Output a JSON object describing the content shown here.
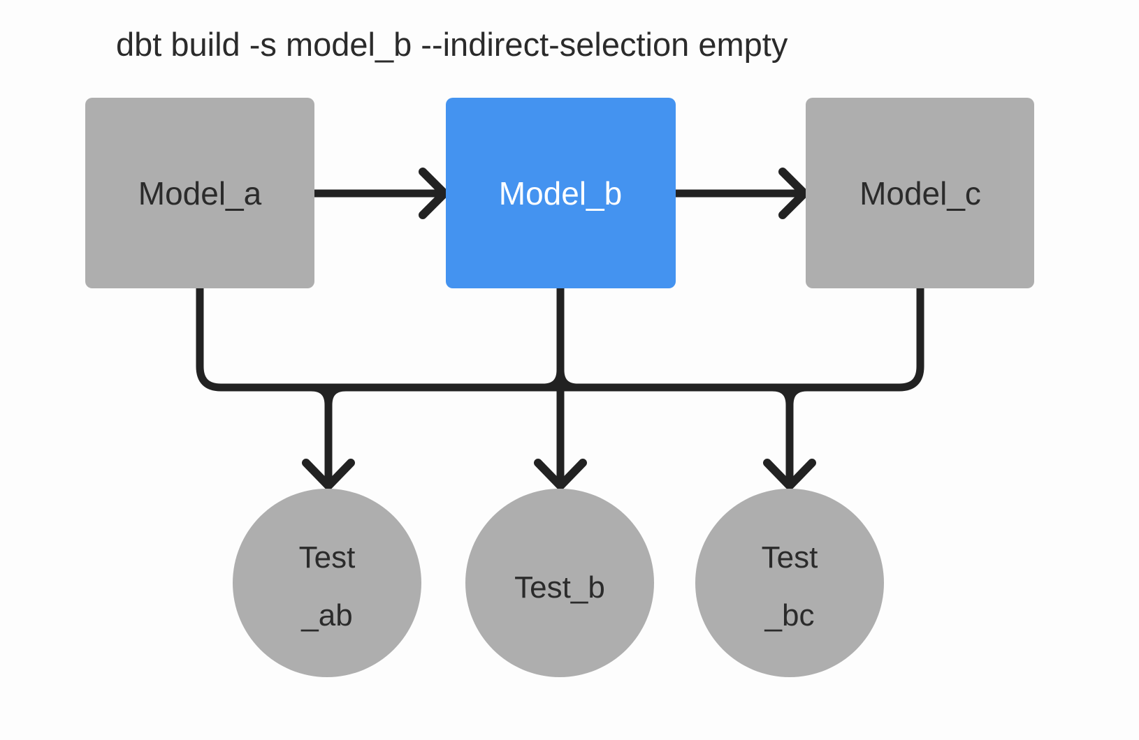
{
  "title": "dbt build -s model_b --indirect-selection empty",
  "colors": {
    "background": "#fdfdfd",
    "node_gray": "#aeaeae",
    "node_selected_blue": "#4493f0",
    "edge": "#222222",
    "text_dark": "#2b2b2b",
    "text_light": "#ffffff"
  },
  "nodes": {
    "model_a": {
      "label": "Model_a",
      "shape": "rectangle",
      "state": "not-selected"
    },
    "model_b": {
      "label": "Model_b",
      "shape": "rectangle",
      "state": "selected"
    },
    "model_c": {
      "label": "Model_c",
      "shape": "rectangle",
      "state": "not-selected"
    },
    "test_ab": {
      "label_line1": "Test",
      "label_line2": "_ab",
      "shape": "circle",
      "state": "not-selected"
    },
    "test_b": {
      "label": "Test_b",
      "shape": "circle",
      "state": "not-selected"
    },
    "test_bc": {
      "label_line1": "Test",
      "label_line2": "_bc",
      "shape": "circle",
      "state": "not-selected"
    }
  },
  "edges": [
    {
      "from": "Model_a",
      "to": "Model_b"
    },
    {
      "from": "Model_b",
      "to": "Model_c"
    },
    {
      "from": "Model_a",
      "to": "Test_ab"
    },
    {
      "from": "Model_b",
      "to": "Test_ab"
    },
    {
      "from": "Model_b",
      "to": "Test_b"
    },
    {
      "from": "Model_b",
      "to": "Test_bc"
    },
    {
      "from": "Model_c",
      "to": "Test_bc"
    }
  ]
}
